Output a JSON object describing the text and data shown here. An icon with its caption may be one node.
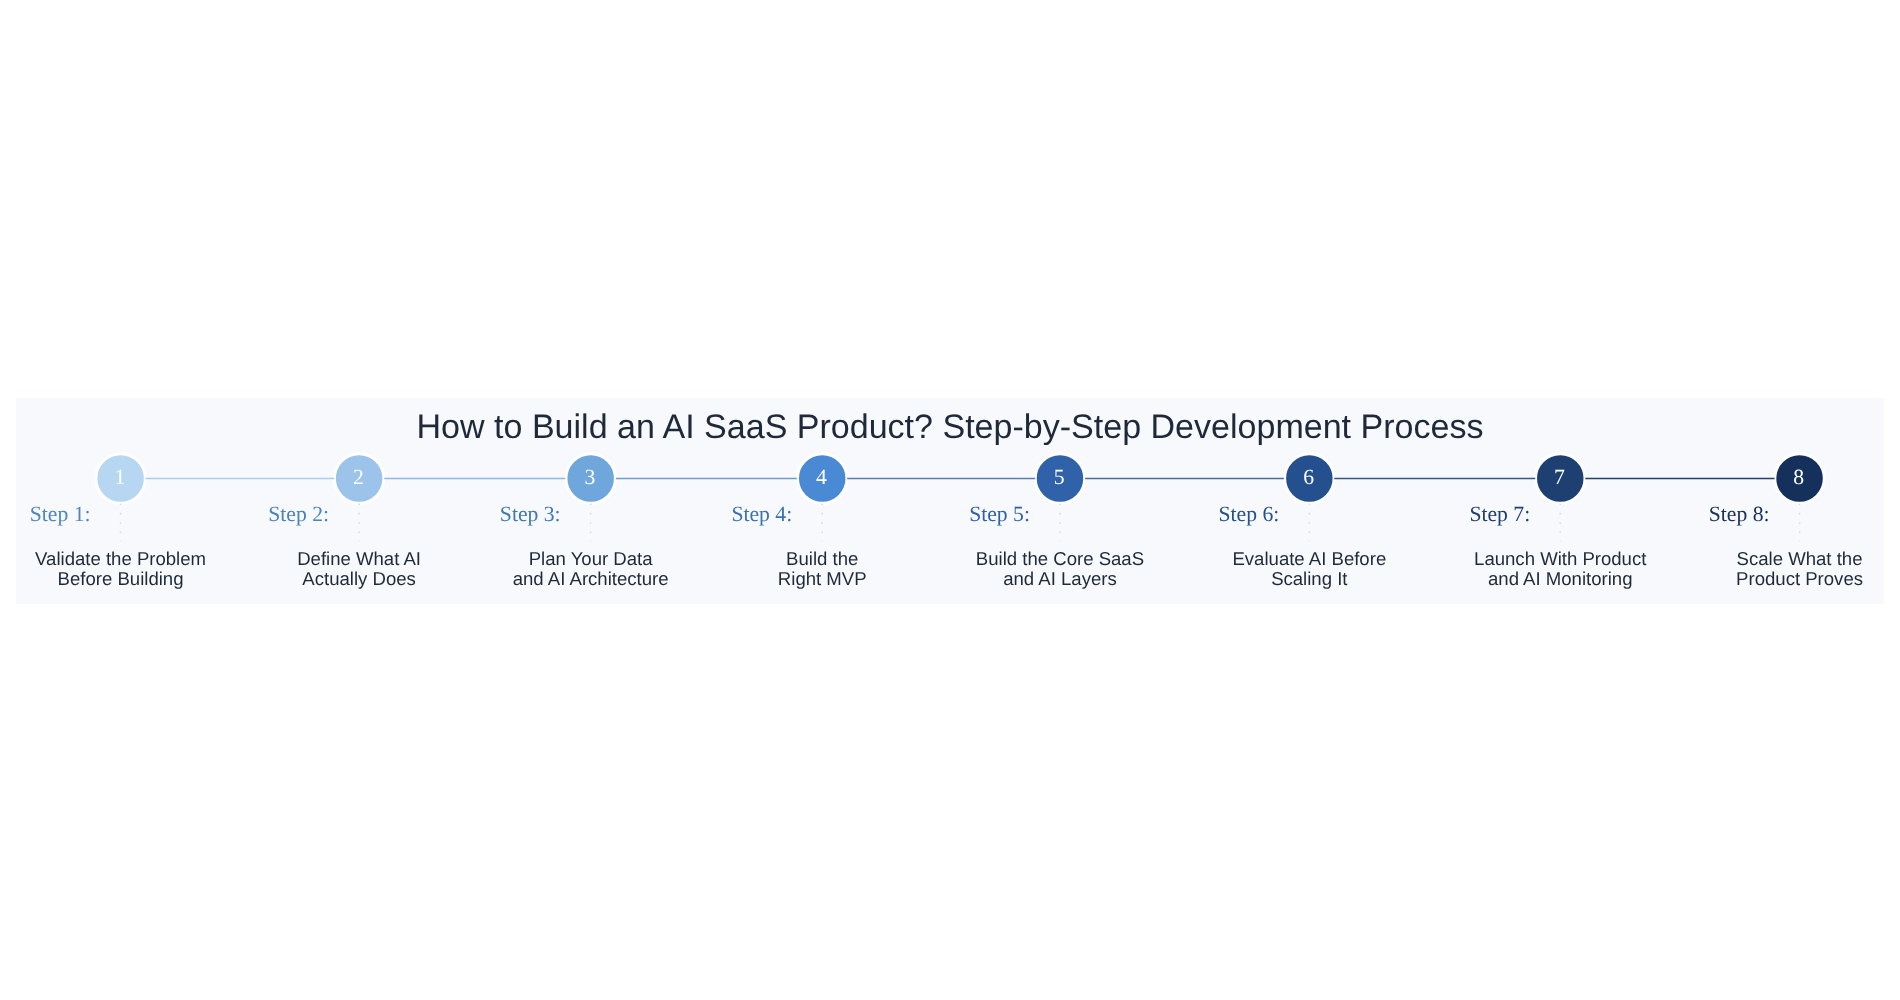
{
  "diagram": {
    "title": "How to Build an AI SaaS Product? Step-by-Step Development Process",
    "nodes": [
      {
        "text": [
          "1"
        ],
        "beside": [
          "Step 1:"
        ]
      },
      {
        "text": [
          "2"
        ],
        "beside": [
          "Step 2:"
        ]
      },
      {
        "text": [
          "3"
        ],
        "beside": [
          "Step 3:"
        ]
      },
      {
        "text": [
          "4"
        ],
        "beside": [
          "Step 4:"
        ]
      },
      {
        "text": [
          "5"
        ],
        "beside": [
          "Step 5:"
        ]
      },
      {
        "text": [
          "6"
        ],
        "beside": [
          "Step 6:"
        ]
      },
      {
        "text": [
          "7"
        ],
        "beside": [
          "Step 7:"
        ]
      },
      {
        "text": [
          "8"
        ],
        "beside": [
          "Step 8:"
        ]
      },
      {
        "text": [
          "Validate the Problem Before Building"
        ]
      },
      {
        "text": [
          "Define What AI Actually Does"
        ]
      },
      {
        "text": [
          "Plan Your Data and AI Architecture"
        ]
      },
      {
        "text": [
          "Build the Right MVP"
        ]
      },
      {
        "text": [
          "Build the Core SaaS and AI Layers"
        ]
      },
      {
        "text": [
          "Evaluate AI Before Scaling It"
        ]
      },
      {
        "text": [
          "Launch With Product and AI Monitoring"
        ]
      },
      {
        "text": [
          "Scale What the Product Proves"
        ]
      }
    ],
    "edges": [
      {
        "from": 0,
        "to": 1,
        "arrow": "none",
        "color": "#a9cdef"
      },
      {
        "from": 1,
        "to": 2,
        "arrow": "none",
        "color": "#8fb8e2"
      },
      {
        "from": 2,
        "to": 3,
        "arrow": "none",
        "color": "#6f9ccc"
      },
      {
        "from": 3,
        "to": 4,
        "arrow": "none",
        "color": "#5a7fae"
      },
      {
        "from": 4,
        "to": 5,
        "arrow": "none",
        "color": "#4a6d9b"
      },
      {
        "from": 5,
        "to": 6,
        "arrow": "none",
        "color": "#355783"
      },
      {
        "from": 6,
        "to": 7,
        "arrow": "none",
        "color": "#24416d"
      },
      {
        "from": 0,
        "to": 8,
        "arrow": "none",
        "style": "dashed",
        "color": "#d3dbe5"
      },
      {
        "from": 1,
        "to": 9,
        "arrow": "none",
        "style": "dashed",
        "color": "#d3dbe5"
      },
      {
        "from": 2,
        "to": 10,
        "arrow": "none",
        "style": "dashed",
        "color": "#d3dbe5"
      },
      {
        "from": 3,
        "to": 11,
        "arrow": "none",
        "style": "dashed",
        "color": "#d3dbe5"
      },
      {
        "from": 4,
        "to": 12,
        "arrow": "none",
        "style": "dashed",
        "color": "#d3dbe5"
      },
      {
        "from": 5,
        "to": 13,
        "arrow": "none",
        "style": "dashed",
        "color": "#d3dbe5"
      },
      {
        "from": 6,
        "to": 14,
        "arrow": "none",
        "style": "dashed",
        "color": "#d3dbe5"
      },
      {
        "from": 7,
        "to": 15,
        "arrow": "none",
        "style": "dashed",
        "color": "#d3dbe5"
      }
    ]
  }
}
